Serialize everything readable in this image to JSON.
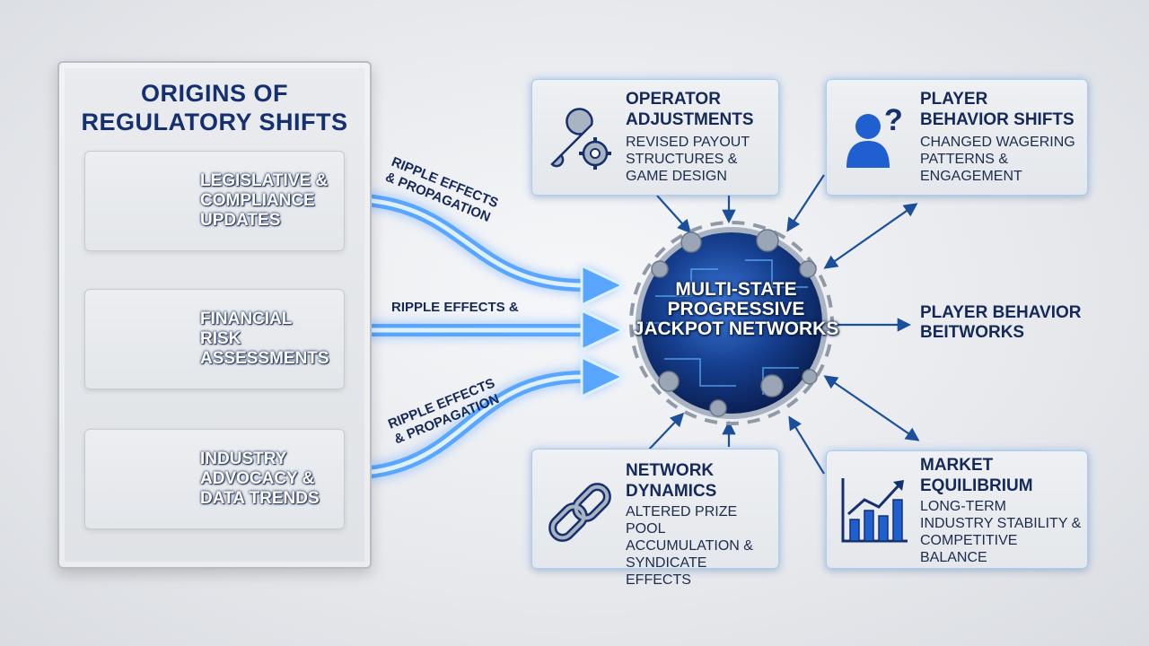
{
  "origins": {
    "title": "ORIGINS OF REGULATORY SHIFTS",
    "items": [
      {
        "label": "LEGISLATIVE & COMPLIANCE UPDATES",
        "icon": "government-building-icon"
      },
      {
        "label": "FINANCIAL RISK ASSESSMENTS",
        "icon": "balance-scale-icon"
      },
      {
        "label": "INDUSTRY ADVOCACY & DATA TRENDS",
        "icon": "network-nodes-icon"
      }
    ]
  },
  "flows": {
    "top_label": "RIPPLE EFFECTS & PROPAGATION",
    "middle_label": "RIPPLE EFFECTS &",
    "bottom_label": "RIPPLE EFFECTS & PROPAGATION"
  },
  "hub": {
    "title": "MULTI-STATE PROGRESSIVE JACKPOT NETWORKS",
    "icon": "circuit-globe-icon"
  },
  "outcomes": {
    "operator": {
      "title": "OPERATOR ADJUSTMENTS",
      "desc": "REVISED PAYOUT STRUCTURES & GAME DESIGN",
      "icon": "wrench-gear-icon"
    },
    "player": {
      "title": "PLAYER BEHAVIOR SHIFTS",
      "desc": "CHANGED WAGERING PATTERNS & ENGAGEMENT",
      "icon": "person-question-icon"
    },
    "network": {
      "title": "NETWORK DYNAMICS",
      "desc": "ALTERED PRIZE POOL ACCUMULATION & SYNDICATE EFFECTS",
      "icon": "chain-link-icon"
    },
    "market": {
      "title": "MARKET EQUILIBRIUM",
      "desc": "LONG-TERM INDUSTRY STABILITY & COMPETITIVE BALANCE",
      "icon": "bar-chart-icon"
    }
  },
  "side_label": "PLAYER BEHAVIOR BEITWORKS",
  "colors": {
    "navy": "#14285a",
    "glow_blue": "#2e8bff",
    "arrow_dark": "#1b4f9a"
  }
}
